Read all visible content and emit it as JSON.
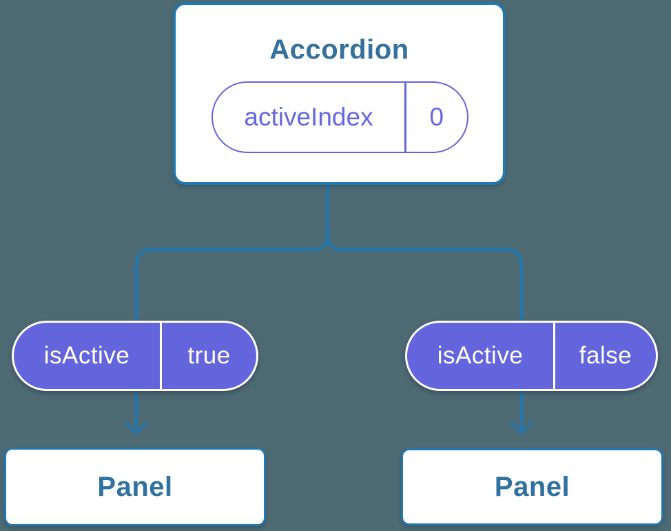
{
  "diagram": {
    "root": {
      "title": "Accordion",
      "state": {
        "name": "activeIndex",
        "value": "0"
      }
    },
    "props": [
      {
        "name": "isActive",
        "value": "true"
      },
      {
        "name": "isActive",
        "value": "false"
      }
    ],
    "children": [
      {
        "title": "Panel"
      },
      {
        "title": "Panel"
      }
    ]
  },
  "colors": {
    "background": "#4D6972",
    "card_fill": "#FFFFFF",
    "card_border": "#2277AE",
    "heading_text": "#35719D",
    "state_pill_outline": "#6565DE",
    "state_pill_text": "#6668E0",
    "prop_pill_fill": "#6464DC",
    "prop_pill_divider": "#FFFFFF",
    "prop_pill_text": "#FFFFFF",
    "connector_line": "#2076AD",
    "arrow": "#2B71A1"
  }
}
